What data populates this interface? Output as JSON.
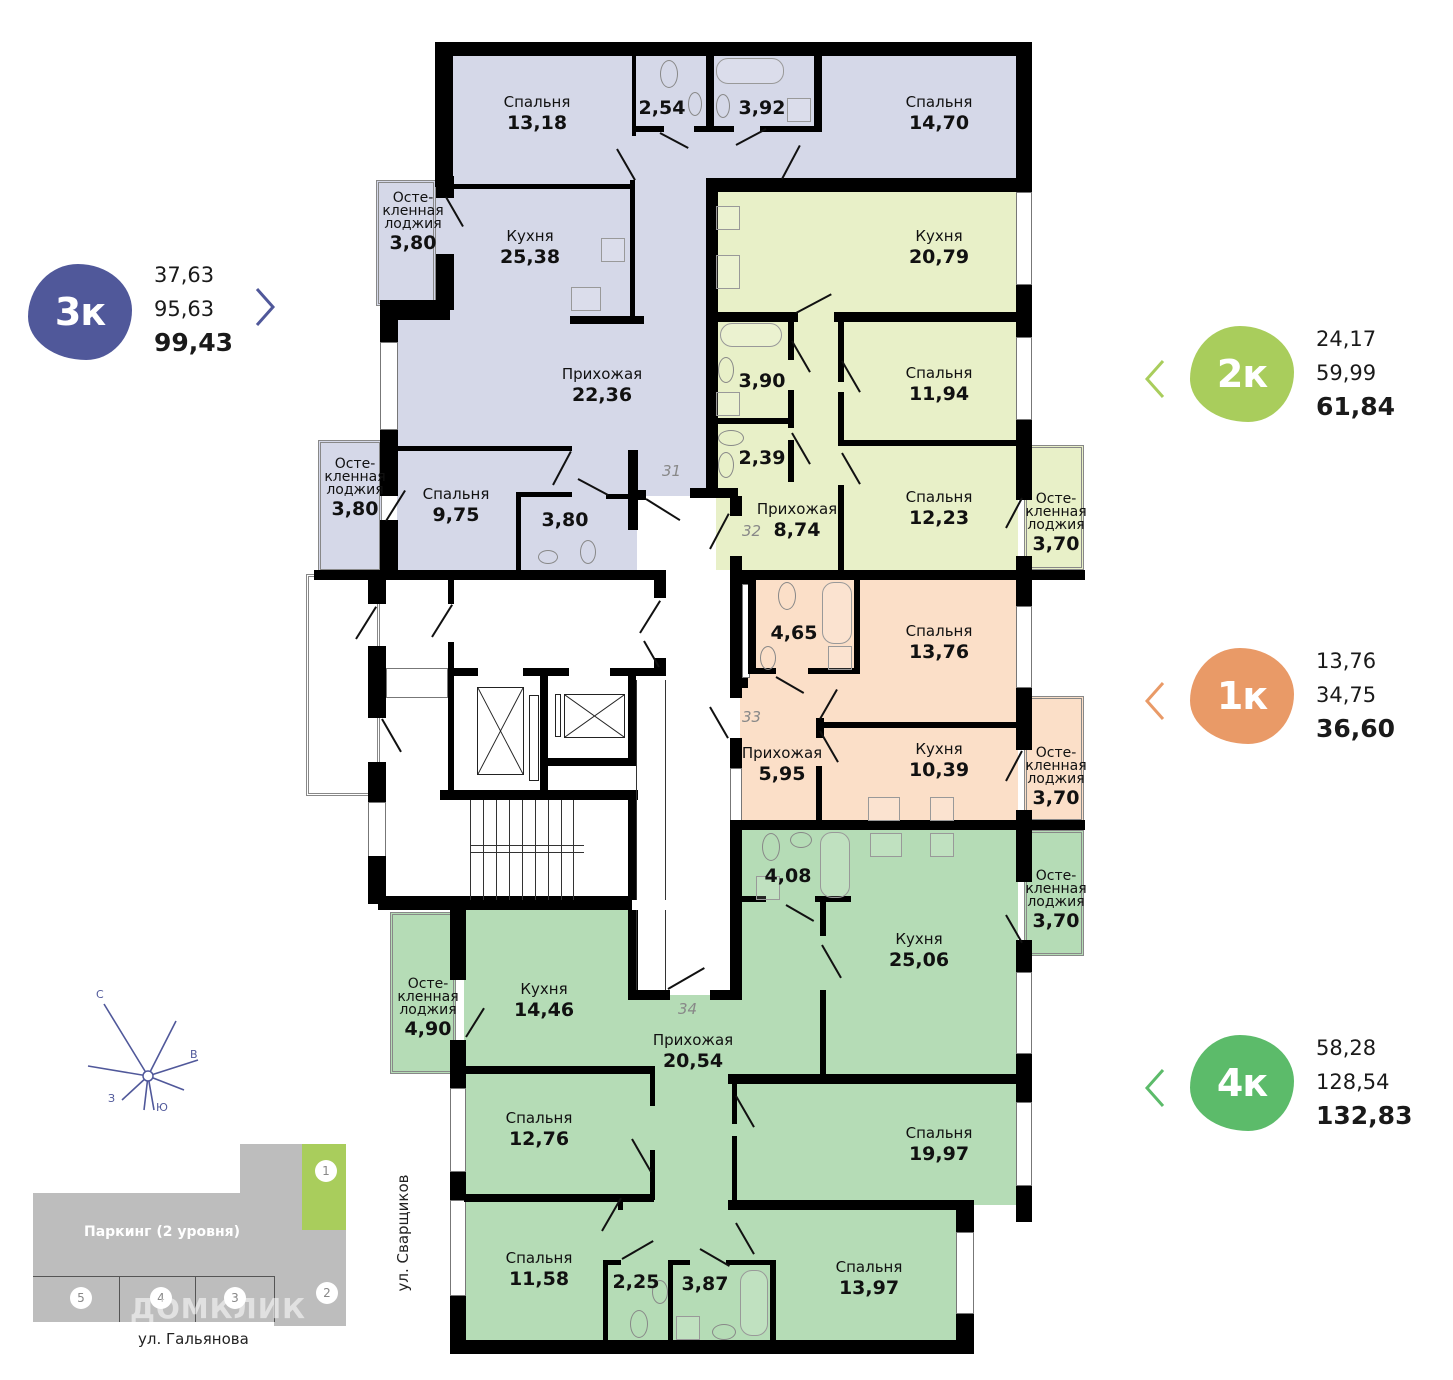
{
  "legend": [
    {
      "id": "3k",
      "label": "3к",
      "color": "#50589a",
      "living": "37,63",
      "area": "95,63",
      "total": "99,43",
      "arrow": "›",
      "side": "left"
    },
    {
      "id": "2k",
      "label": "2к",
      "color": "#a9cd5c",
      "living": "24,17",
      "area": "59,99",
      "total": "61,84",
      "arrow": "‹",
      "side": "right"
    },
    {
      "id": "1k",
      "label": "1к",
      "color": "#e99a67",
      "living": "13,76",
      "area": "34,75",
      "total": "36,60",
      "arrow": "‹",
      "side": "right"
    },
    {
      "id": "4k",
      "label": "4к",
      "color": "#5cbb6a",
      "living": "58,28",
      "area": "128,54",
      "total": "132,83",
      "arrow": "‹",
      "side": "right"
    }
  ],
  "colors": {
    "apt3k_fill": "#d5d8e8",
    "apt2k_fill": "#e8f0c8",
    "apt1k_fill": "#fbdfc8",
    "apt4k_fill": "#b5dcb6",
    "wall": "#000000"
  },
  "apartments": {
    "apt31": {
      "number": "31",
      "rooms": {
        "bedroom1": {
          "name": "Спальня",
          "area": "13,18"
        },
        "wc": {
          "name": "",
          "area": "2,54"
        },
        "bath": {
          "name": "",
          "area": "3,92"
        },
        "bedroom2": {
          "name": "Спальня",
          "area": "14,70"
        },
        "loggia1": {
          "name": "Осте-\nкленная\nлоджия",
          "area": "3,80"
        },
        "kitchen": {
          "name": "Кухня",
          "area": "25,38"
        },
        "hall": {
          "name": "Прихожая",
          "area": "22,36"
        },
        "loggia2": {
          "name": "Осте-\nкленная\nлоджия",
          "area": "3,80"
        },
        "bedroom3": {
          "name": "Спальня",
          "area": "9,75"
        },
        "bath2": {
          "name": "",
          "area": "3,80"
        }
      }
    },
    "apt32": {
      "number": "32",
      "rooms": {
        "kitchen": {
          "name": "Кухня",
          "area": "20,79"
        },
        "bath": {
          "name": "",
          "area": "3,90"
        },
        "bedroom1": {
          "name": "Спальня",
          "area": "11,94"
        },
        "wc": {
          "name": "",
          "area": "2,39"
        },
        "bedroom2": {
          "name": "Спальня",
          "area": "12,23"
        },
        "hall": {
          "name": "Прихожая",
          "area": "8,74"
        },
        "loggia": {
          "name": "Осте-\nкленная\nлоджия",
          "area": "3,70"
        }
      }
    },
    "apt33": {
      "number": "33",
      "rooms": {
        "bath": {
          "name": "",
          "area": "4,65"
        },
        "bedroom": {
          "name": "Спальня",
          "area": "13,76"
        },
        "hall": {
          "name": "Прихожая",
          "area": "5,95"
        },
        "kitchen": {
          "name": "Кухня",
          "area": "10,39"
        },
        "loggia": {
          "name": "Осте-\nкленная\nлоджия",
          "area": "3,70"
        }
      }
    },
    "apt34": {
      "number": "34",
      "rooms": {
        "bath": {
          "name": "",
          "area": "4,08"
        },
        "kitchen2": {
          "name": "Кухня",
          "area": "25,06"
        },
        "loggia2": {
          "name": "Осте-\nкленная\nлоджия",
          "area": "3,70"
        },
        "loggia1": {
          "name": "Осте-\nкленная\nлоджия",
          "area": "4,90"
        },
        "kitchen1": {
          "name": "Кухня",
          "area": "14,46"
        },
        "hall": {
          "name": "Прихожая",
          "area": "20,54"
        },
        "bedroom1": {
          "name": "Спальня",
          "area": "12,76"
        },
        "bedroom2": {
          "name": "Спальня",
          "area": "19,97"
        },
        "bedroom3": {
          "name": "Спальня",
          "area": "11,58"
        },
        "wc": {
          "name": "",
          "area": "2,25"
        },
        "bath2": {
          "name": "",
          "area": "3,87"
        },
        "bedroom4": {
          "name": "Спальня",
          "area": "13,97"
        }
      }
    }
  },
  "compass": {
    "north": "С",
    "east": "В",
    "south": "Ю",
    "west": "З",
    "color": "#50589a"
  },
  "site_map": {
    "parking_label": "Паркинг (2 уровня)",
    "street_bottom": "ул. Гальянова",
    "street_right": "ул. Сварщиков",
    "sections": [
      "1",
      "2",
      "3",
      "4",
      "5"
    ],
    "highlight_color": "#a9cd5c",
    "watermark": "ДОМКЛИК"
  }
}
